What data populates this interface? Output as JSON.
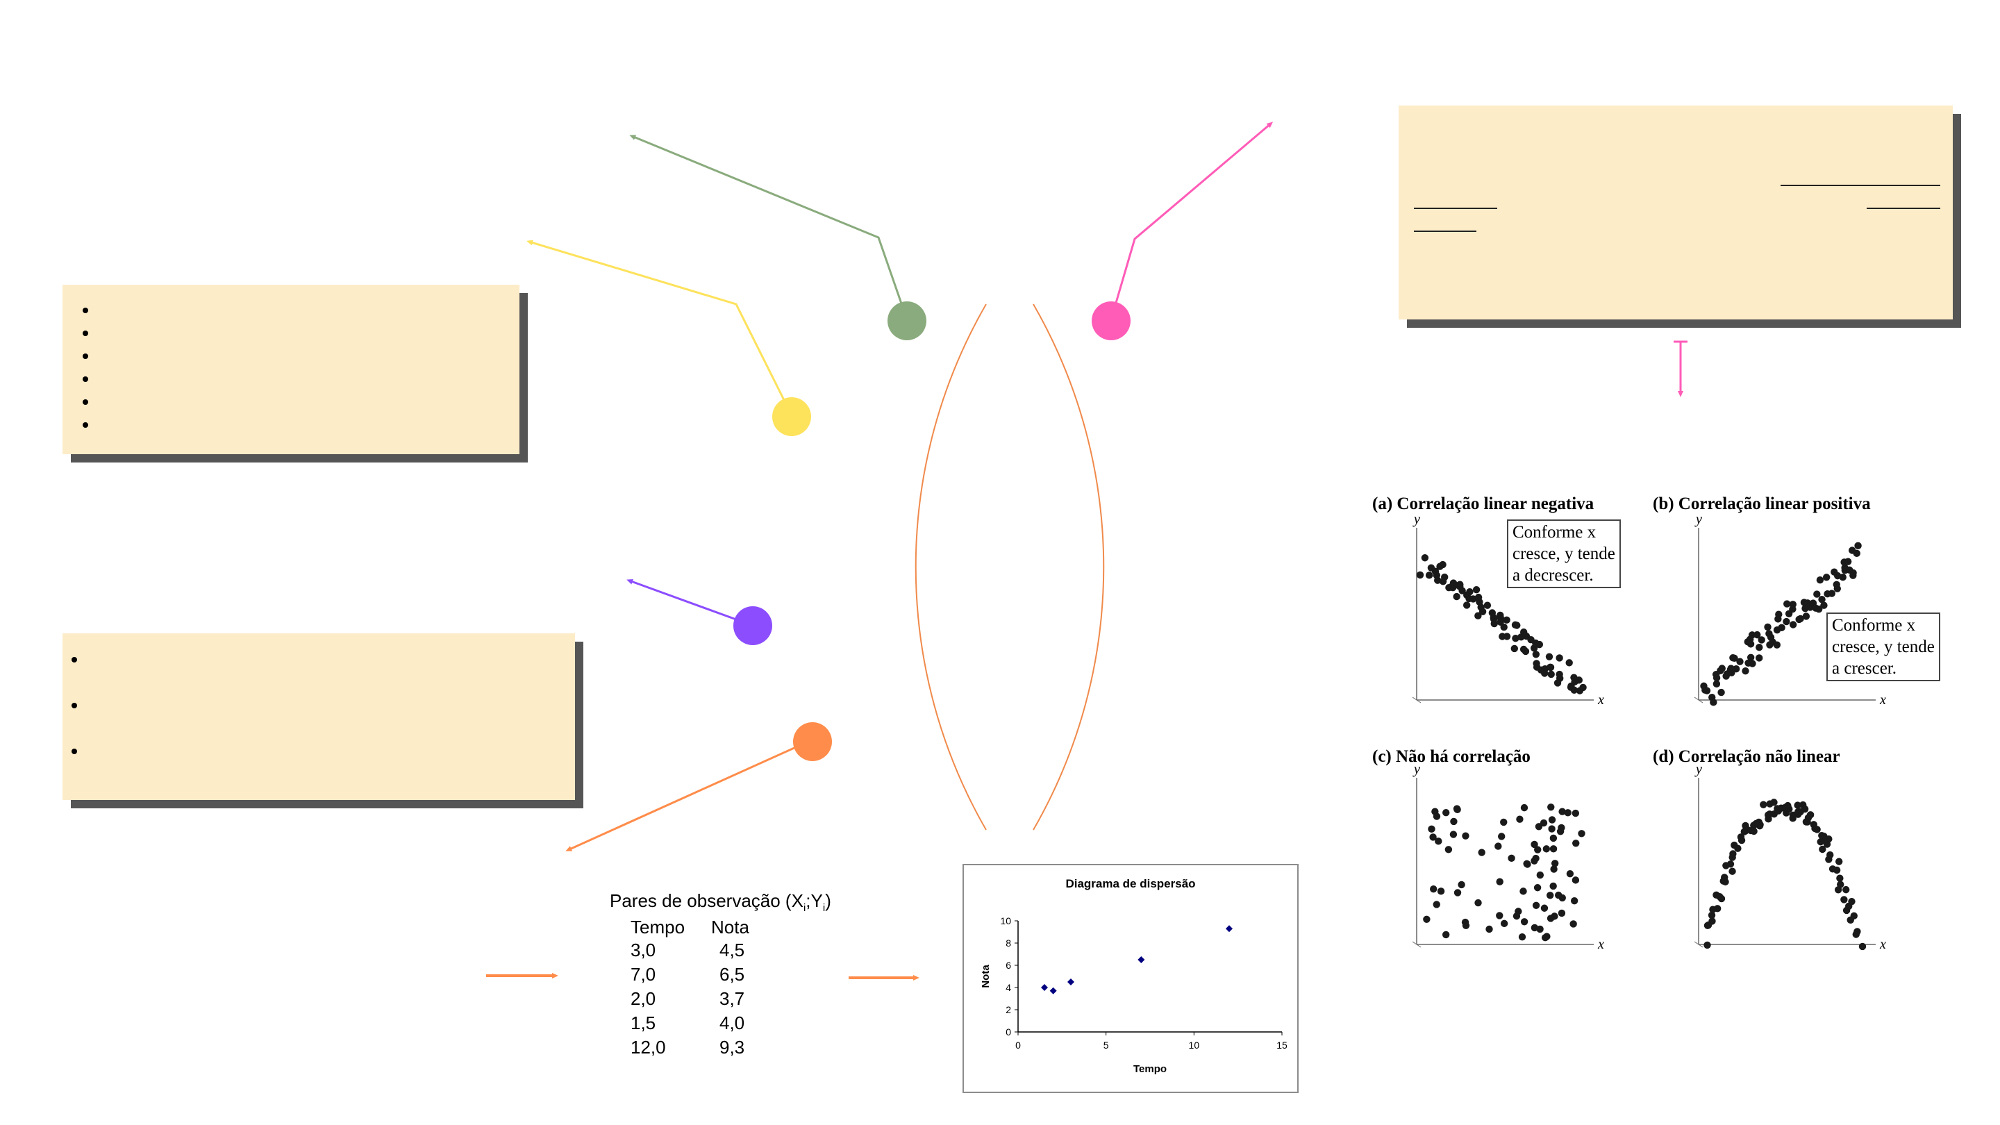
{
  "table": {
    "title": "Pares de observação (X",
    "title_sub1": "i",
    "title_mid": ";Y",
    "title_sub2": "i",
    "title_end": ")",
    "col_x": "Tempo",
    "col_y": "Nota",
    "rows": [
      [
        "3,0",
        "4,5"
      ],
      [
        "7,0",
        "6,5"
      ],
      [
        "2,0",
        "3,7"
      ],
      [
        "1,5",
        "4,0"
      ],
      [
        "12,0",
        "9,3"
      ]
    ]
  },
  "chart_data": {
    "type": "scatter",
    "title": "Diagrama de dispersão",
    "xlabel": "Tempo",
    "ylabel": "Nota",
    "xlim": [
      0,
      15
    ],
    "ylim": [
      0,
      10
    ],
    "xticks": [
      "0",
      "5",
      "10",
      "15"
    ],
    "yticks": [
      "0",
      "2",
      "4",
      "6",
      "8",
      "10"
    ],
    "points": [
      [
        3.0,
        4.5
      ],
      [
        7.0,
        6.5
      ],
      [
        2.0,
        3.7
      ],
      [
        1.5,
        4.0
      ],
      [
        12.0,
        9.3
      ]
    ],
    "point_color": "#000080"
  },
  "correlation_panels": {
    "a": {
      "title": "(a)  Correlação linear negativa",
      "box": [
        "Conforme x",
        "cresce, y tende",
        "a decrescer."
      ]
    },
    "b": {
      "title": "(b)  Correlação linear positiva",
      "box": [
        "Conforme x",
        "cresce, y tende",
        "a crescer."
      ]
    },
    "c": {
      "title": "(c)  Não há correlação"
    },
    "d": {
      "title": "(d)  Correlação não linear"
    },
    "axis_x": "x",
    "axis_y": "y"
  },
  "colors": {
    "green": "#8aab7d",
    "yellow": "#fde25c",
    "pink": "#ff5cb8",
    "purple": "#8c4dff",
    "orange": "#ff8c4a",
    "ring": "#f08a4b",
    "note_bg": "#fcecc8",
    "shadow": "#555555"
  }
}
